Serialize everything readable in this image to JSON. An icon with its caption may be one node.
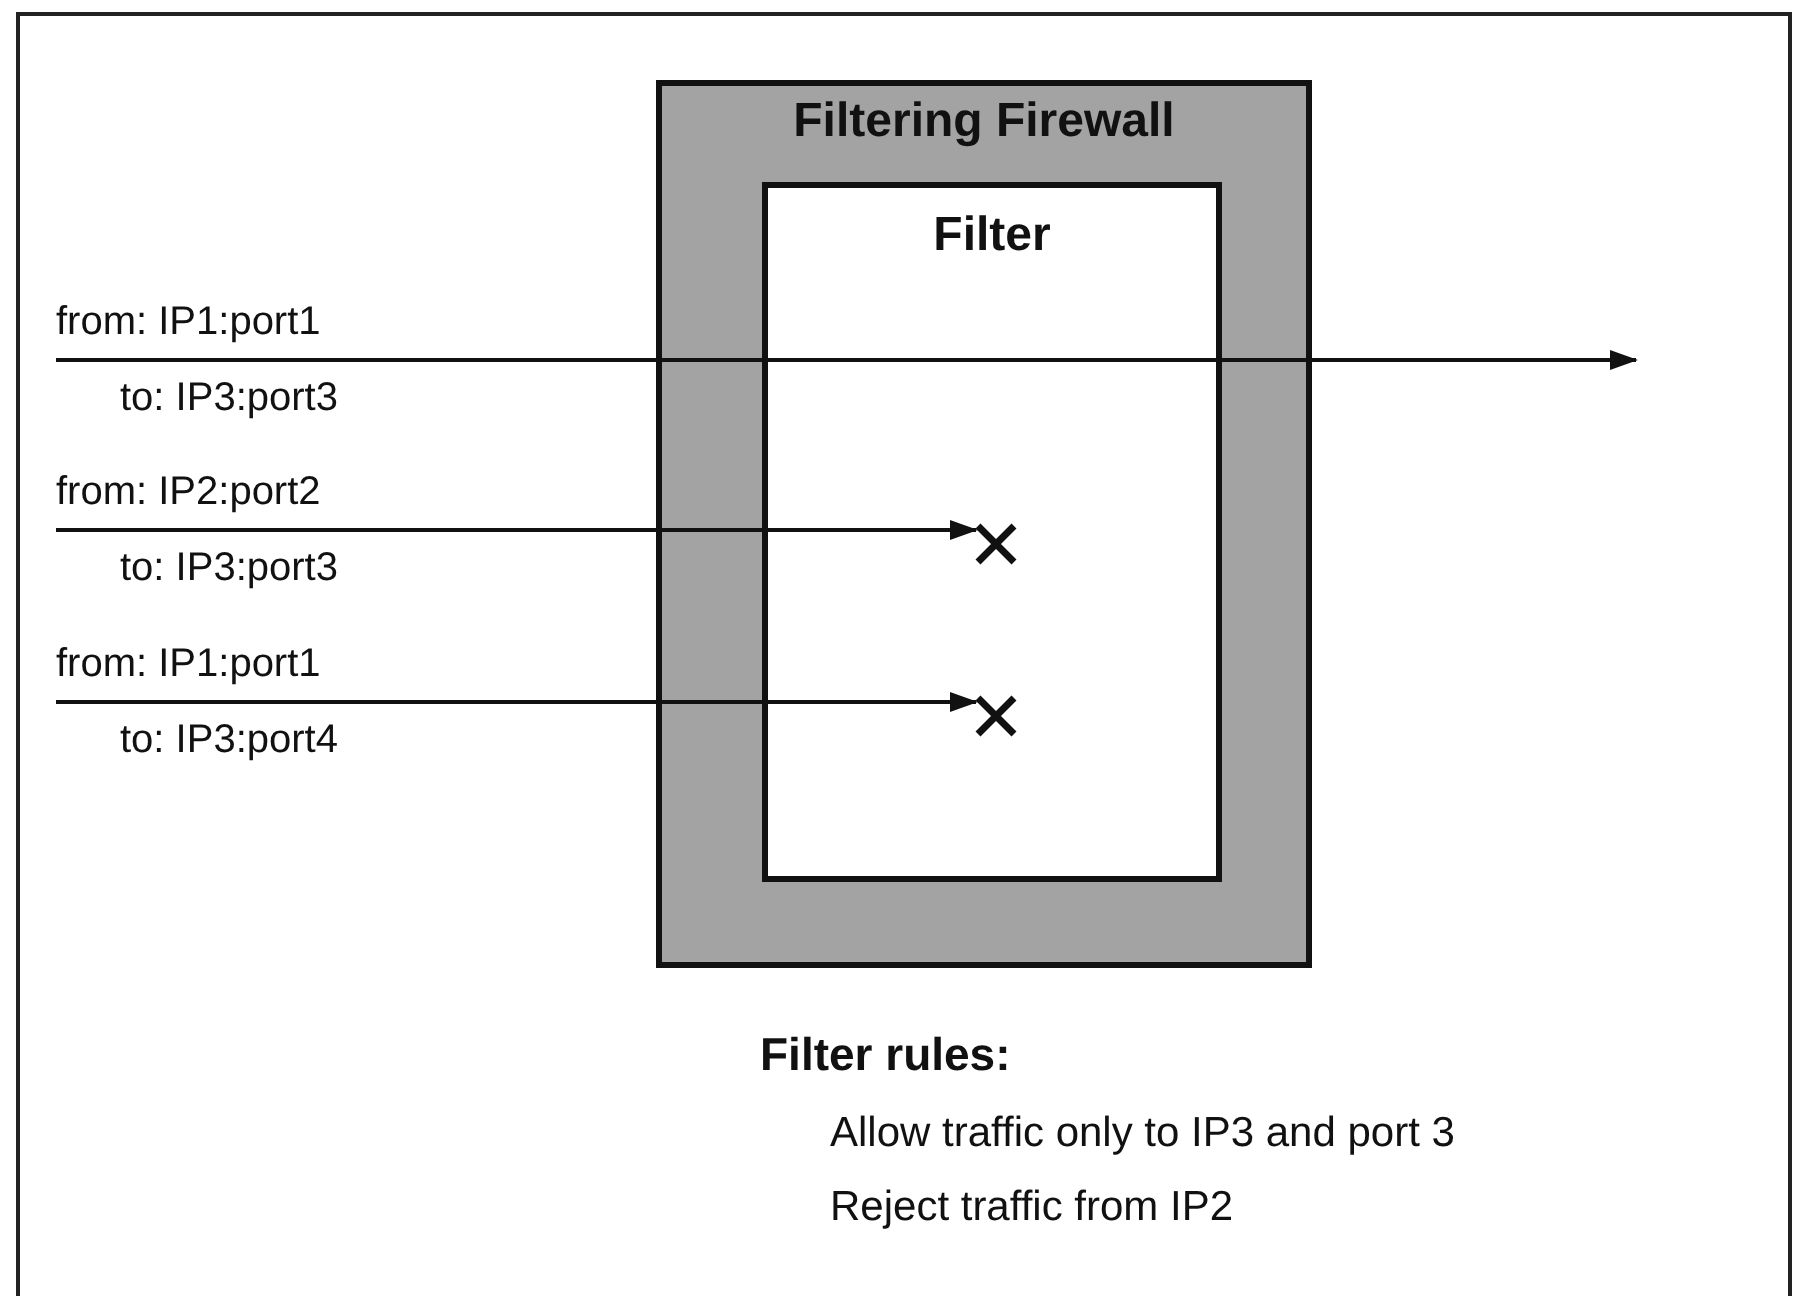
{
  "diagram": {
    "nodes": [
      {
        "text": [
          "Filtering Firewall"
        ]
      },
      {
        "text": [
          "Filter"
        ],
        "in": 0
      },
      {
        "text": [
          "from: IP1:port1",
          "to: IP3:port3"
        ]
      },
      {
        "text": [
          "from: IP2:port2",
          "to: IP3:port3"
        ]
      },
      {
        "text": [
          "from: IP1:port1",
          "to: IP3:port4"
        ]
      },
      {
        "text": [],
        "shape": "cross",
        "in": 1
      },
      {
        "text": [],
        "shape": "cross",
        "in": 1
      }
    ],
    "edges": [
      {
        "from": 2,
        "to": null,
        "arrow": "to"
      },
      {
        "from": 3,
        "to": 5,
        "arrow": "to"
      },
      {
        "from": 4,
        "to": 6,
        "arrow": "to"
      }
    ],
    "labels": [
      "Filter rules:",
      "Allow traffic only to IP3 and port 3",
      "Reject traffic from IP2"
    ]
  }
}
